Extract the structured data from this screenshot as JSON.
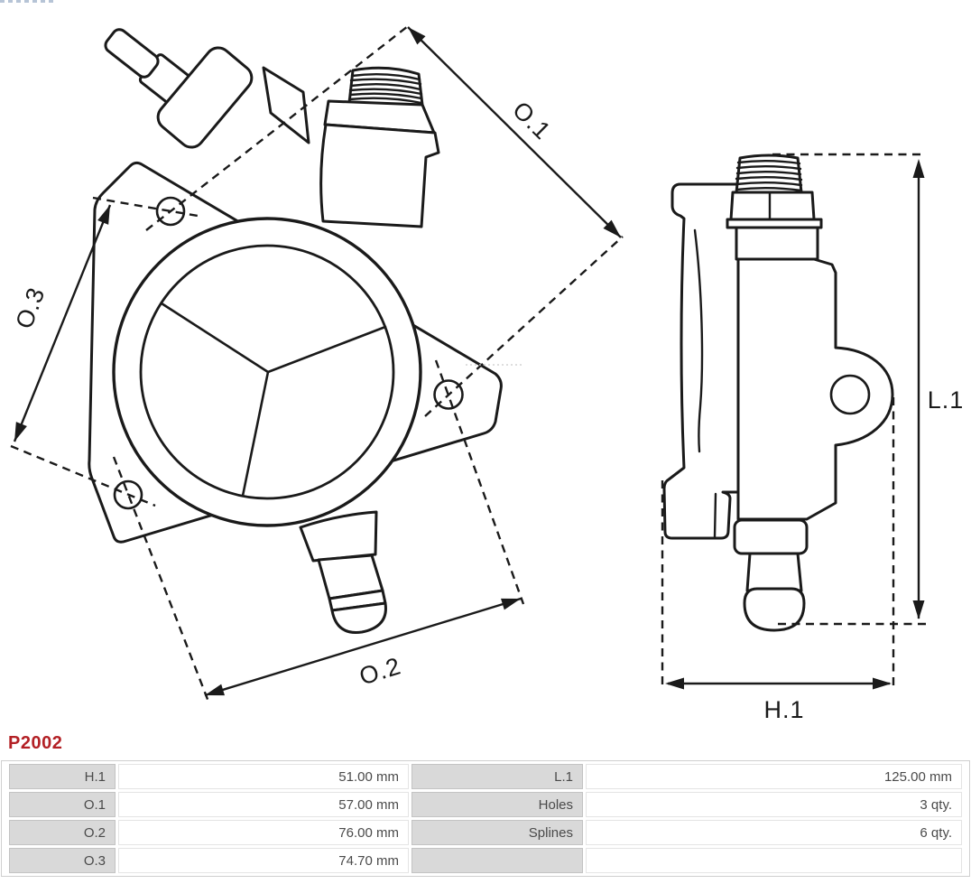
{
  "part_number": "P2002",
  "drawing": {
    "front_view": {
      "dim_o1": "O.1",
      "dim_o2": "O.2",
      "dim_o3": "O.3"
    },
    "side_view": {
      "dim_l1": "L.1",
      "dim_h1": "H.1"
    }
  },
  "spec_table": {
    "rows": [
      {
        "label_left": "H.1",
        "value_left": "51.00 mm",
        "label_right": "L.1",
        "value_right": "125.00 mm"
      },
      {
        "label_left": "O.1",
        "value_left": "57.00 mm",
        "label_right": "Holes",
        "value_right": "3 qty."
      },
      {
        "label_left": "O.2",
        "value_left": "76.00 mm",
        "label_right": "Splines",
        "value_right": "6 qty."
      },
      {
        "label_left": "O.3",
        "value_left": "74.70 mm",
        "label_right": "",
        "value_right": ""
      }
    ]
  },
  "colors": {
    "part_number_red": "#b32025",
    "line_color": "#1a1a1a",
    "table_label_bg": "#d9d9d9",
    "table_text": "#4a4a4a"
  }
}
